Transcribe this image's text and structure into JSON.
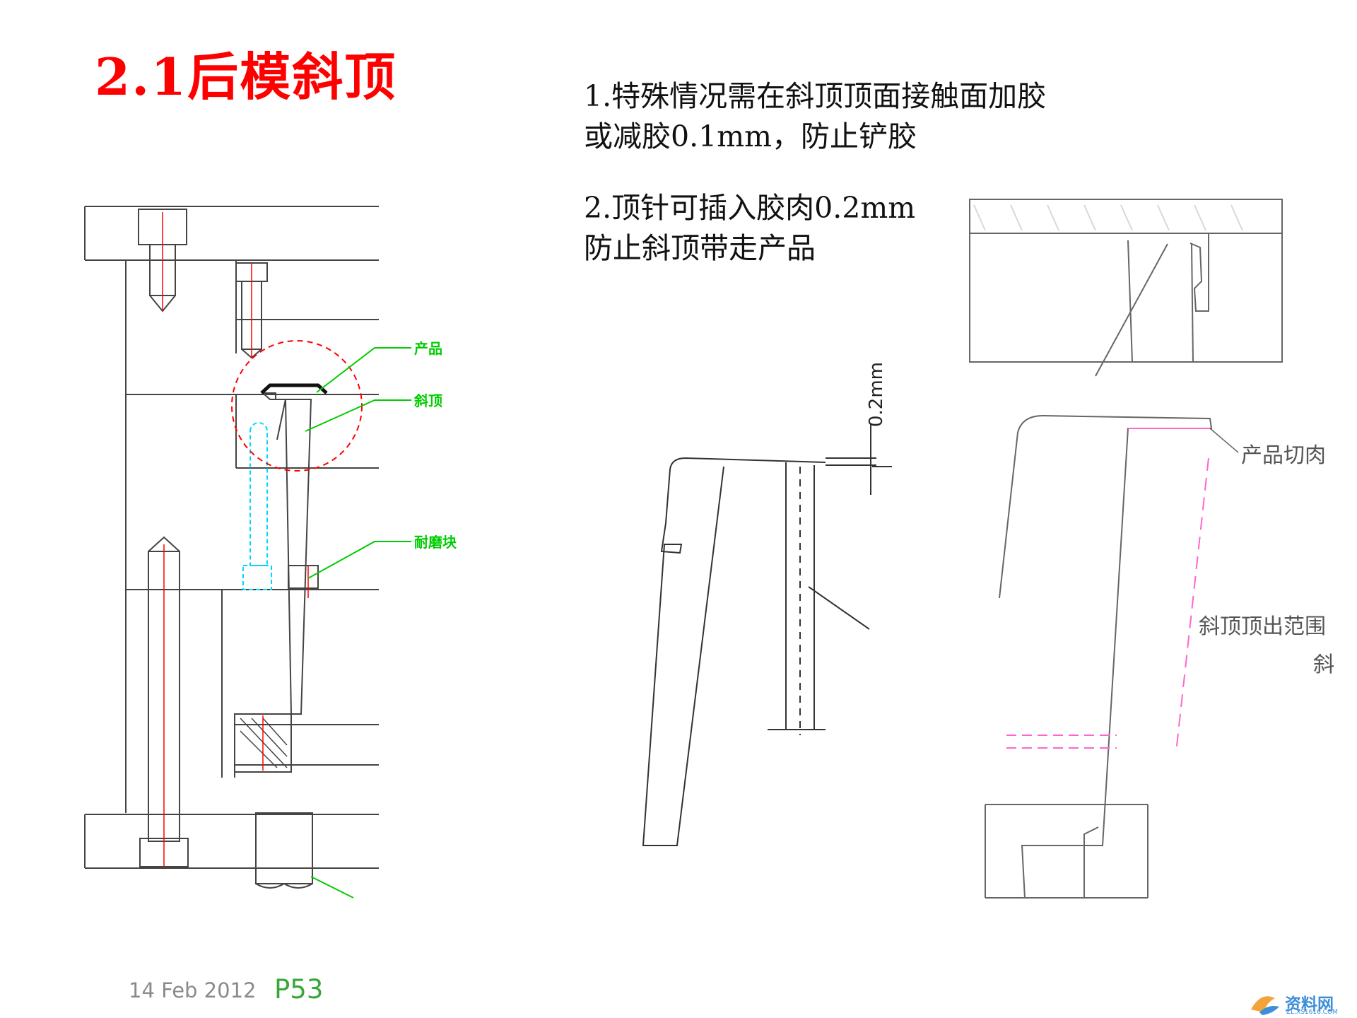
{
  "slide": {
    "title": "2.1后模斜顶",
    "note1_line1": "1.特殊情况需在斜顶顶面接触面加胶",
    "note1_line2": "或减胶0.1mm，防止铲胶",
    "note2_line1": "2.顶针可插入胶肉0.2mm",
    "note2_line2": "防止斜顶带走产品",
    "date": "14 Feb 2012",
    "page": "P53"
  },
  "drawing_left": {
    "label_product": "产品",
    "label_lifter": "斜顶",
    "label_wear_block": "耐磨块"
  },
  "drawing_middle": {
    "dimension": "0.2mm"
  },
  "drawing_right": {
    "label_undercut": "产品切肉",
    "label_travel": "斜顶顶出范围",
    "label_partial": "斜"
  },
  "watermark": {
    "text": "资料网",
    "url": "ZL.XS1616.COM"
  },
  "colors": {
    "title": "#ff0000",
    "label_green": "#00cc00",
    "center_line": "#ff0000",
    "ejector_cyan": "#00d8ff",
    "magenta": "#ff66cc"
  }
}
